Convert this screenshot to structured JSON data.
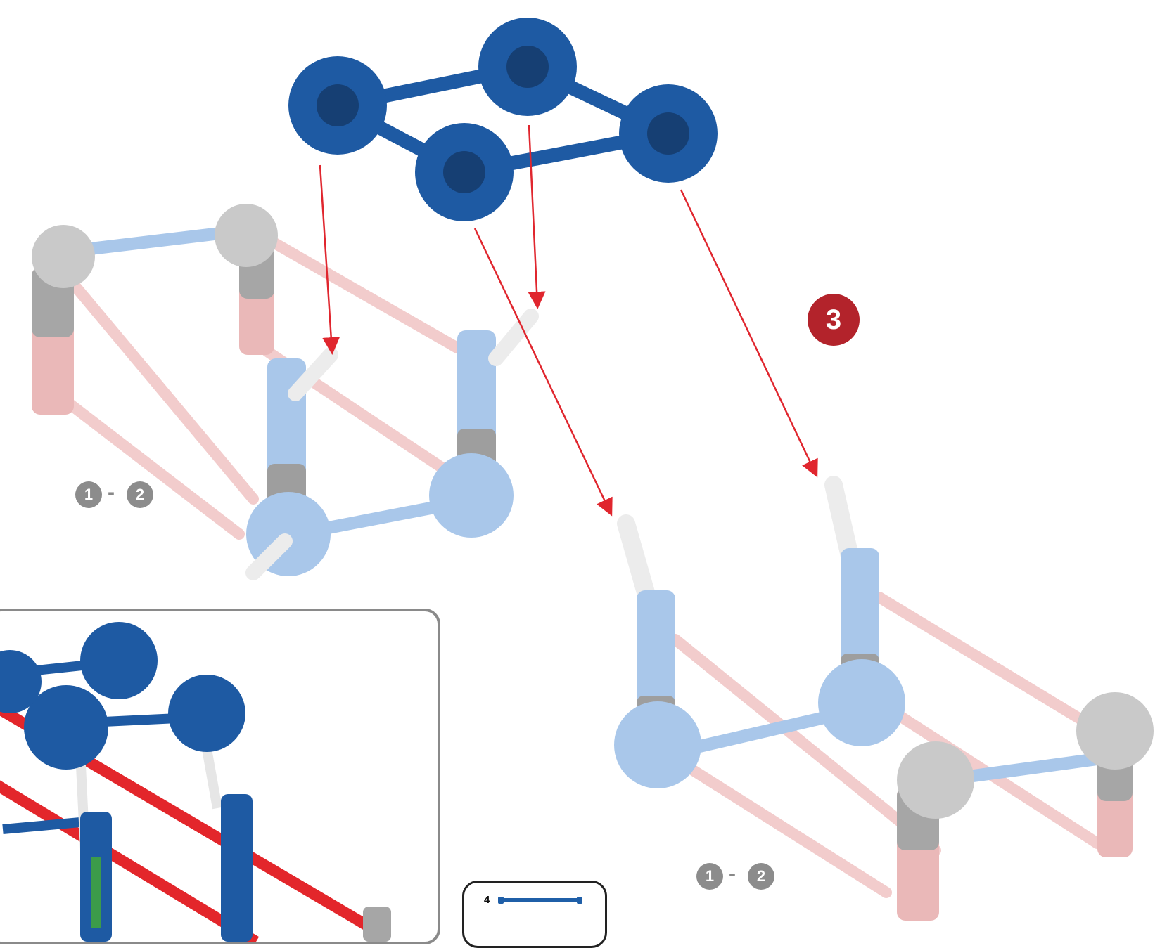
{
  "step": {
    "number": "3",
    "color": "#b3232b"
  },
  "sub_steps": [
    {
      "from": "1",
      "to": "2",
      "separator": "-"
    },
    {
      "from": "1",
      "to": "2",
      "separator": "-"
    }
  ],
  "parts": [
    {
      "quantity": "4",
      "part": "blue-rod-icon",
      "color": "#1f5fa8"
    }
  ],
  "colors": {
    "blue_connector": "#1e5aa3",
    "light_blue": "#a9c7ea",
    "gray": "#9e9e9e",
    "pink": "#eab8b8",
    "arrow": "#e0262e",
    "red_rod": "#e3262b",
    "badge_gray": "#8c8c8c"
  }
}
